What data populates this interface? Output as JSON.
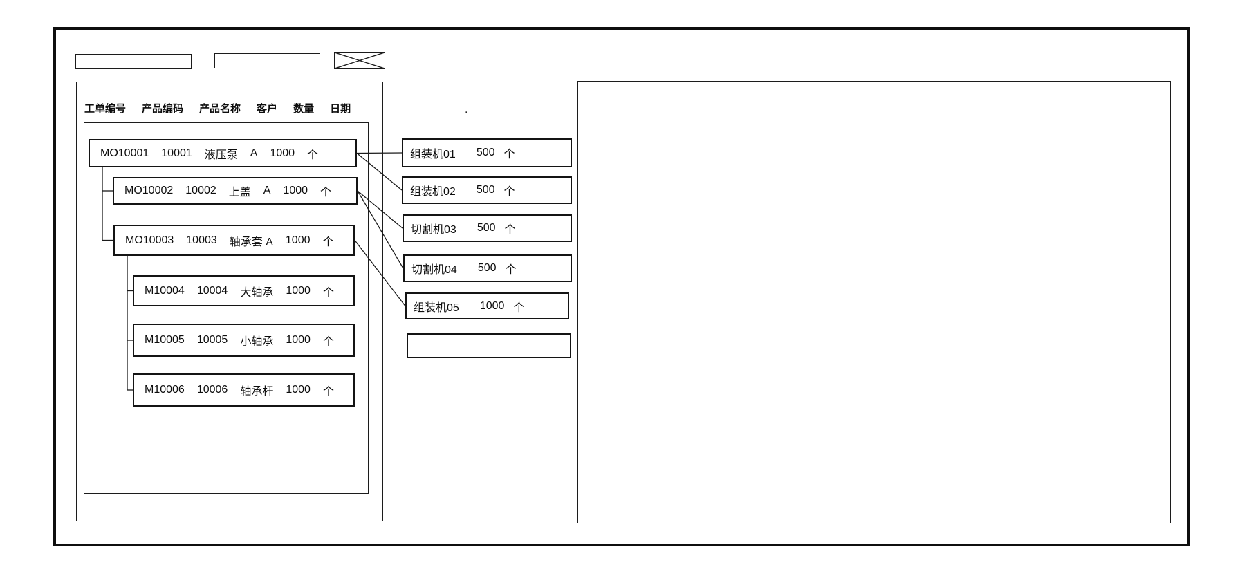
{
  "toolbar": {
    "field1_value": "",
    "field2_value": ""
  },
  "work_orders": {
    "columns": [
      "工单编号",
      "产品编码",
      "产品名称",
      "客户",
      "数量",
      "日期"
    ],
    "nodes": [
      {
        "id": "MO10001",
        "level": 0,
        "cells": [
          "MO10001",
          "10001",
          "液压泵",
          "A",
          "1000",
          "个"
        ]
      },
      {
        "id": "MO10002",
        "level": 1,
        "cells": [
          "MO10002",
          "10002",
          "上盖",
          "A",
          "1000",
          "个"
        ]
      },
      {
        "id": "MO10003",
        "level": 1,
        "cells": [
          "MO10003",
          "10003",
          "轴承套 A",
          "1000",
          "个"
        ]
      },
      {
        "id": "M10004",
        "level": 2,
        "cells": [
          "M10004",
          "10004",
          "大轴承",
          "1000",
          "个"
        ]
      },
      {
        "id": "M10005",
        "level": 2,
        "cells": [
          "M10005",
          "10005",
          "小轴承",
          "1000",
          "个"
        ]
      },
      {
        "id": "M10006",
        "level": 2,
        "cells": [
          "M10006",
          "10006",
          "轴承杆",
          "1000",
          "个"
        ]
      }
    ],
    "tree_edges": [
      {
        "parent": "MO10001",
        "children": [
          "MO10002",
          "MO10003"
        ]
      },
      {
        "parent": "MO10003",
        "children": [
          "M10004",
          "M10005",
          "M10006"
        ]
      }
    ]
  },
  "machines": {
    "dot_mark": ".",
    "items": [
      {
        "name": "组装机01",
        "qty": "500",
        "unit": "个"
      },
      {
        "name": "组装机02",
        "qty": "500",
        "unit": "个"
      },
      {
        "name": "切割机03",
        "qty": "500",
        "unit": "个"
      },
      {
        "name": "切割机04",
        "qty": "500",
        "unit": "个"
      },
      {
        "name": "组装机05",
        "qty": "1000",
        "unit": "个"
      },
      {
        "name": "",
        "qty": "",
        "unit": ""
      }
    ]
  },
  "connections": [
    {
      "from": "MO10001",
      "to": "组装机01"
    },
    {
      "from": "MO10001",
      "to": "组装机02"
    },
    {
      "from": "MO10002",
      "to": "切割机03"
    },
    {
      "from": "MO10002",
      "to": "切割机04"
    },
    {
      "from": "MO10003",
      "to": "组装机05"
    }
  ],
  "colors": {
    "line": "#1b1b1b",
    "background": "#ffffff"
  }
}
